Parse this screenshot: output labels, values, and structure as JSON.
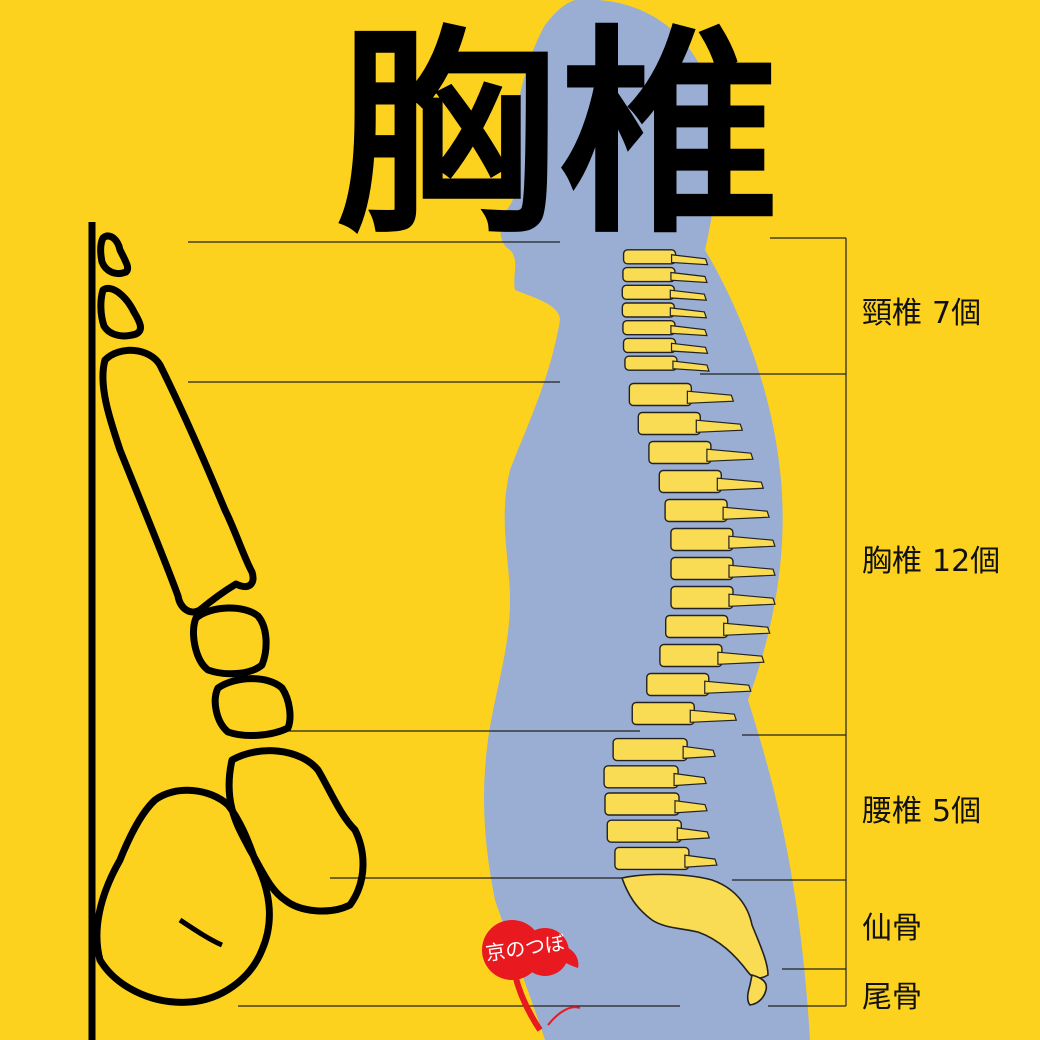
{
  "title": "胸椎",
  "regions": [
    {
      "name": "頸椎",
      "count": "7個"
    },
    {
      "name": "胸椎",
      "count": "12個"
    },
    {
      "name": "腰椎",
      "count": "5個"
    },
    {
      "name": "仙骨",
      "count": ""
    },
    {
      "name": "尾骨",
      "count": ""
    }
  ],
  "logo": {
    "text": "京のつぼ"
  },
  "colors": {
    "background": "#fdd21f",
    "body_silhouette": "#9aadd3",
    "vertebra": "#f9dc54",
    "outline": "#000000"
  }
}
